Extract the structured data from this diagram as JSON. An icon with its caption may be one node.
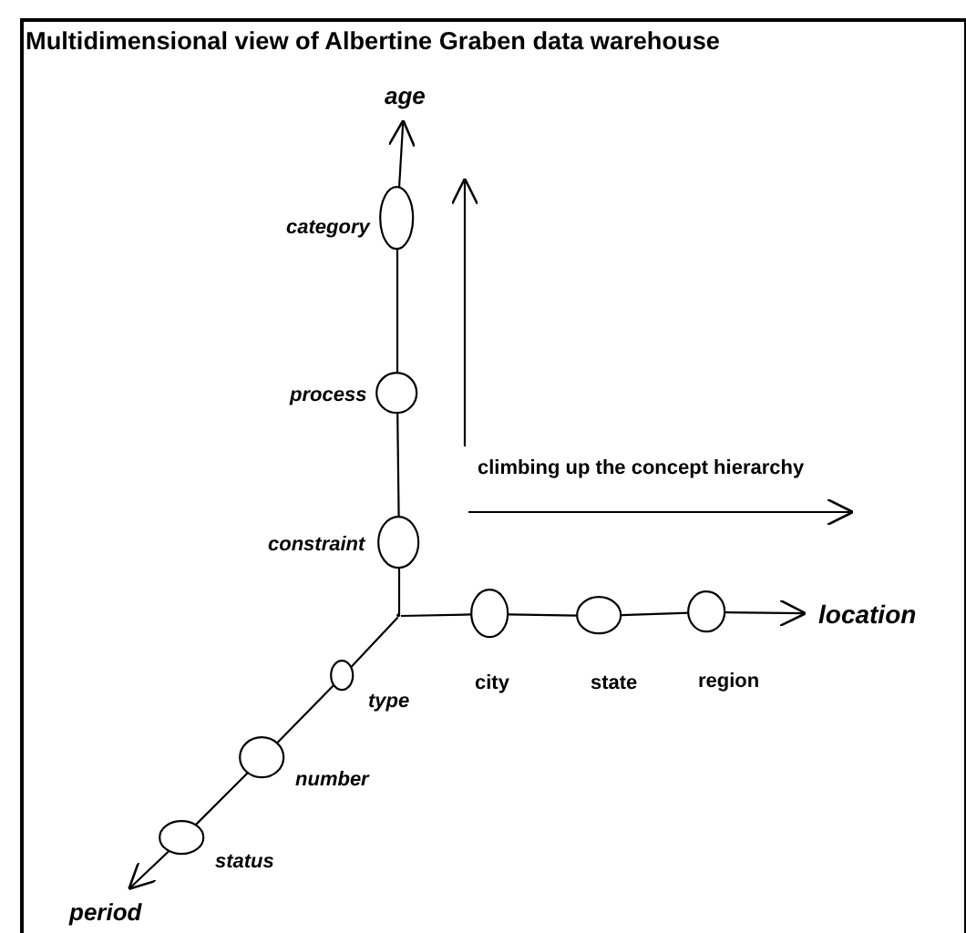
{
  "diagram": {
    "title": "Multidimensional view of Albertine Graben data warehouse",
    "nodes": [
      {
        "text": [
          "age"
        ]
      },
      {
        "text": [],
        "shape": "circle",
        "beside": [
          "category"
        ]
      },
      {
        "text": [],
        "shape": "circle",
        "beside": [
          "process"
        ]
      },
      {
        "text": [],
        "shape": "circle",
        "beside": [
          "constraint"
        ]
      },
      {
        "text": [],
        "shape": "point"
      },
      {
        "text": [],
        "shape": "circle",
        "beside": [
          "city"
        ]
      },
      {
        "text": [],
        "shape": "circle",
        "beside": [
          "state"
        ]
      },
      {
        "text": [],
        "shape": "circle",
        "beside": [
          "region"
        ]
      },
      {
        "text": [
          "location"
        ]
      },
      {
        "text": [],
        "shape": "circle",
        "beside": [
          "type"
        ]
      },
      {
        "text": [],
        "shape": "circle",
        "beside": [
          "number"
        ]
      },
      {
        "text": [],
        "shape": "circle",
        "beside": [
          "status"
        ]
      },
      {
        "text": [
          "period"
        ]
      }
    ],
    "edges": [
      {
        "from": 4,
        "to": 3,
        "arrow": "none"
      },
      {
        "from": 3,
        "to": 2,
        "arrow": "none"
      },
      {
        "from": 2,
        "to": 1,
        "arrow": "none"
      },
      {
        "from": 1,
        "to": 0,
        "arrow": "to"
      },
      {
        "from": 4,
        "to": 5,
        "arrow": "none"
      },
      {
        "from": 5,
        "to": 6,
        "arrow": "none"
      },
      {
        "from": 6,
        "to": 7,
        "arrow": "none"
      },
      {
        "from": 7,
        "to": 8,
        "arrow": "to"
      },
      {
        "from": 4,
        "to": 9,
        "arrow": "none"
      },
      {
        "from": 9,
        "to": 10,
        "arrow": "none"
      },
      {
        "from": 10,
        "to": 11,
        "arrow": "none"
      },
      {
        "from": 11,
        "to": 12,
        "arrow": "to"
      }
    ],
    "labels": [
      "climbing up the concept hierarchy"
    ]
  }
}
